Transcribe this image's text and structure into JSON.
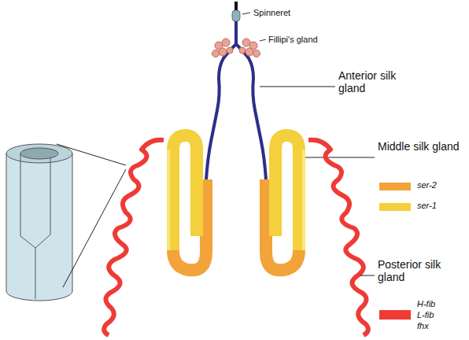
{
  "diagram": {
    "labels": [
      "Spinneret",
      "Fillipi's gland",
      "Anterior silk gland",
      "Middle silk gland",
      "Posterior silk gland"
    ],
    "legend": [
      {
        "text": "ser-2",
        "color": "#f2a33a"
      },
      {
        "text": "ser-1",
        "color": "#f3d03c"
      },
      {
        "text": "H-fib",
        "color": "#ee3b36"
      },
      {
        "text": "L-fib",
        "color": "#ee3b36"
      },
      {
        "text": "fhx",
        "color": "#ee3b36"
      }
    ]
  }
}
